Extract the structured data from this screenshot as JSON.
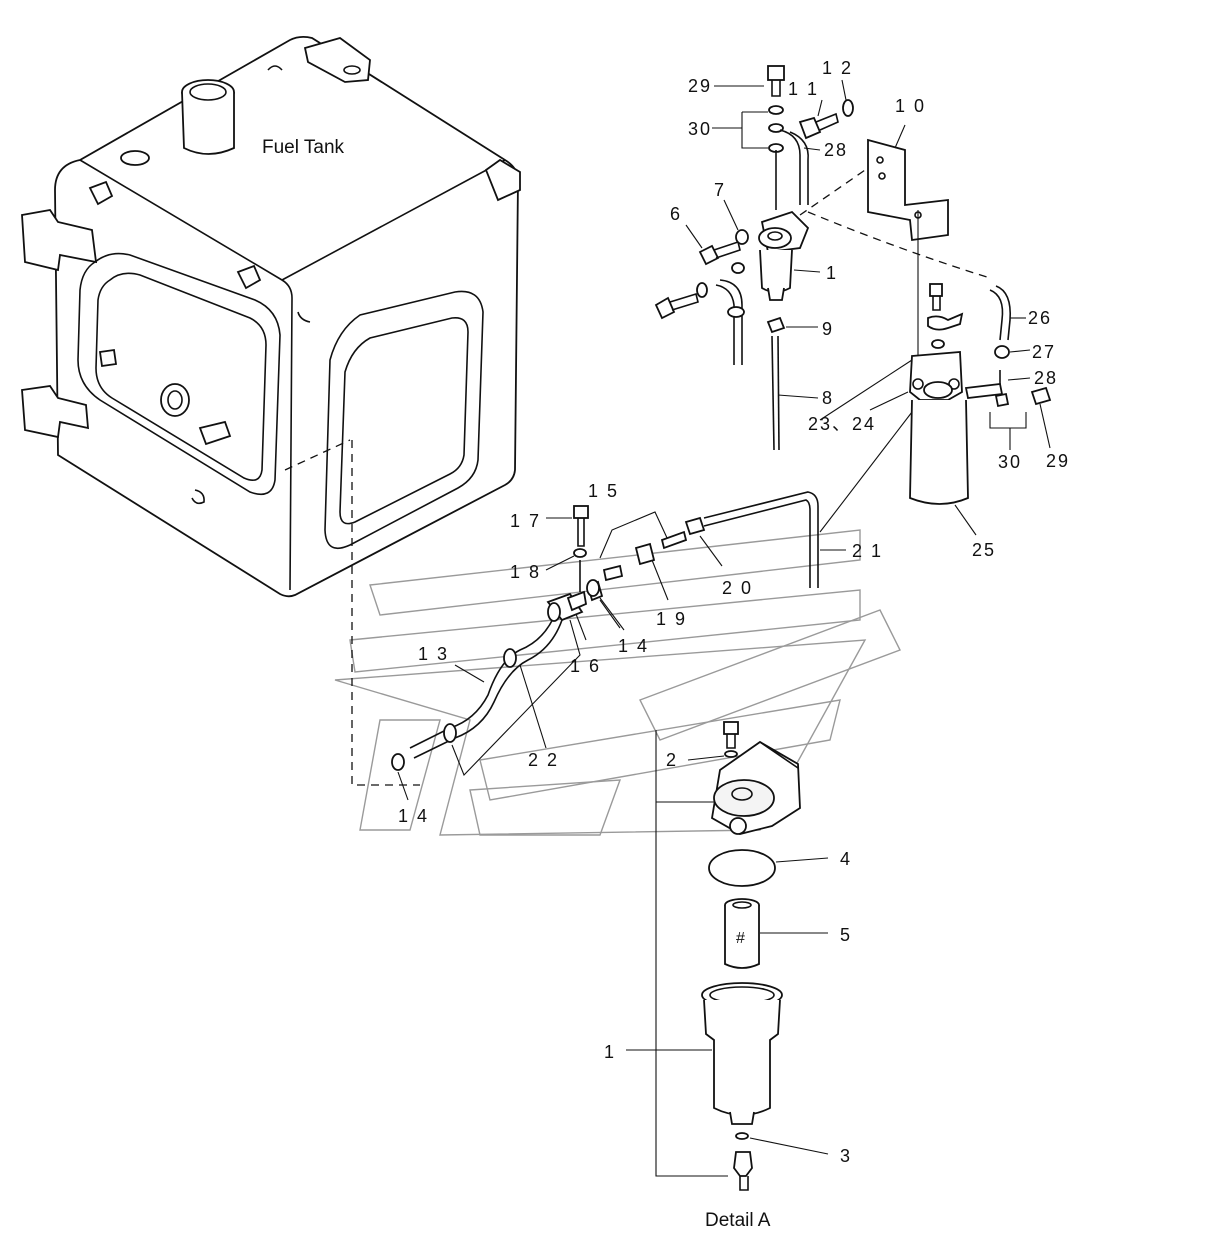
{
  "titles": {
    "fuel_tank": "Fuel Tank",
    "detail_a": "Detail A"
  },
  "callouts": {
    "c1_top": "1",
    "c1_detail": "1",
    "c2": "2",
    "c3": "3",
    "c4": "4",
    "c5": "5",
    "c6": "6",
    "c7": "7",
    "c8": "8",
    "c9": "9",
    "c10": "1 0",
    "c11": "1 1",
    "c12": "1 2",
    "c13": "1 3",
    "c14_a": "1 4",
    "c14_b": "1 4",
    "c15": "1 5",
    "c16": "1 6",
    "c17": "1 7",
    "c18": "1 8",
    "c19": "1 9",
    "c20": "2 0",
    "c21": "2 1",
    "c22": "2 2",
    "c23_24": "23、24",
    "c25": "25",
    "c26": "26",
    "c27": "27",
    "c28_top": "28",
    "c28_right": "28",
    "c29_top": "29",
    "c29_right": "29",
    "c30_top": "30",
    "c30_right": "30"
  }
}
